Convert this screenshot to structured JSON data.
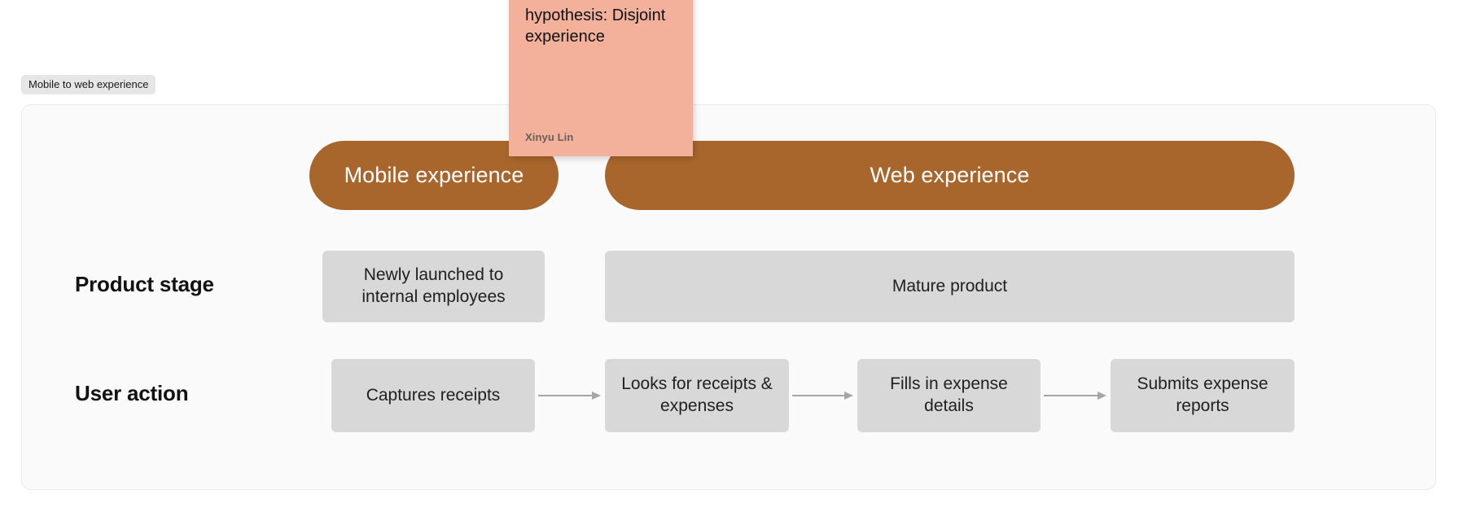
{
  "frame": {
    "label": "Mobile to web experience"
  },
  "columns": [
    {
      "name": "mobile",
      "label": "Mobile experience",
      "color": "#a8662c"
    },
    {
      "name": "web",
      "label": "Web experience",
      "color": "#a8662c"
    }
  ],
  "rows": [
    {
      "name": "product-stage",
      "label": "Product stage",
      "cells": [
        {
          "column": "mobile",
          "text": "Newly launched to internal employees"
        },
        {
          "column": "web",
          "text": "Mature product"
        }
      ]
    },
    {
      "name": "user-action",
      "label": "User action",
      "cells": [
        {
          "column": "mobile",
          "text": "Captures receipts"
        },
        {
          "column": "web",
          "text": "Looks for receipts & expenses"
        },
        {
          "column": "web",
          "text": "Fills in expense details"
        },
        {
          "column": "web",
          "text": "Submits expense reports"
        }
      ],
      "connectors": [
        {
          "name": "arrow-1",
          "from": "Captures receipts",
          "to": "Looks for receipts & expenses"
        },
        {
          "name": "arrow-2",
          "from": "Looks for receipts & expenses",
          "to": "Fills in expense details"
        },
        {
          "name": "arrow-3",
          "from": "Fills in expense details",
          "to": "Submits expense reports"
        }
      ]
    }
  ],
  "sticky_note": {
    "text": "Research hypothesis: Disjoint experience",
    "author": "Xinyu Lin",
    "color": "#f3b09b"
  },
  "palette": {
    "pill": "#a8662c",
    "box": "#d8d8d8",
    "frame_bg": "#fafafa",
    "frame_border": "#eaeaea",
    "label_bg": "#e6e6e6",
    "arrow": "#a6a6a6"
  }
}
